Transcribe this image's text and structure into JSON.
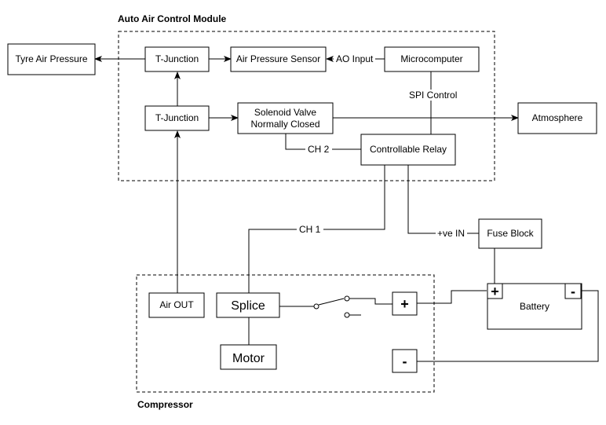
{
  "groups": {
    "module_title": "Auto Air Control Module",
    "compressor_title": "Compressor"
  },
  "nodes": {
    "tyre_air_pressure": "Tyre Air Pressure",
    "t_junction_top": "T-Junction",
    "air_pressure_sensor": "Air Pressure Sensor",
    "microcomputer": "Microcomputer",
    "t_junction_bottom": "T-Junction",
    "solenoid_line1": "Solenoid Valve",
    "solenoid_line2": "Normally Closed",
    "atmosphere": "Atmosphere",
    "controllable_relay": "Controllable Relay",
    "fuse_block": "Fuse Block",
    "air_out": "Air OUT",
    "splice": "Splice",
    "motor": "Motor",
    "plus_terminal": "+",
    "minus_terminal": "-",
    "battery": "Battery",
    "battery_plus": "+",
    "battery_minus": "-"
  },
  "edges": {
    "ao_input": "AO Input",
    "spi_control": "SPI Control",
    "ch2": "CH 2",
    "ch1": "CH 1",
    "ve_in": "+ve IN"
  }
}
